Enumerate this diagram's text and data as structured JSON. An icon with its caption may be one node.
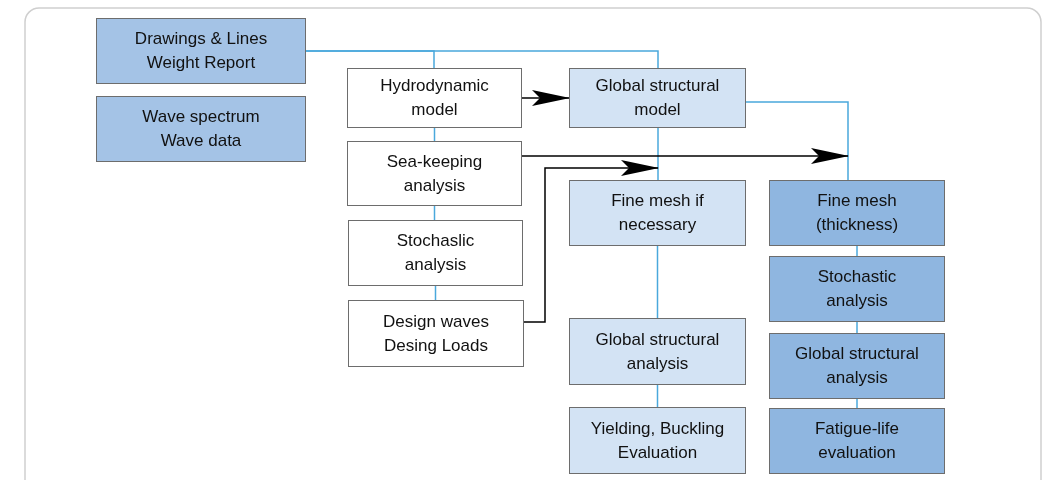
{
  "diagram": {
    "nodes": [
      {
        "text": [
          "Drawings & Lines Weight Report"
        ]
      },
      {
        "text": [
          "Wave spectrum Wave data"
        ]
      },
      {
        "text": [
          "Hydrodynamic model"
        ]
      },
      {
        "text": [
          "Sea-keeping analysis"
        ]
      },
      {
        "text": [
          "Stochaslic analysis"
        ]
      },
      {
        "text": [
          "Design waves Desing Loads"
        ]
      },
      {
        "text": [
          "Global structural model"
        ]
      },
      {
        "text": [
          "Fine mesh if necessary"
        ]
      },
      {
        "text": [
          "Global structural analysis"
        ]
      },
      {
        "text": [
          "Yielding, Buckling Evaluation"
        ]
      },
      {
        "text": [
          "Fine mesh (thickness)"
        ]
      },
      {
        "text": [
          "Stochastic analysis"
        ]
      },
      {
        "text": [
          "Global structural analysis"
        ]
      },
      {
        "text": [
          "Fatigue-life evaluation"
        ]
      }
    ],
    "edges": [
      {
        "from": 0,
        "to": 2,
        "arrow": "none"
      },
      {
        "from": 0,
        "to": 6,
        "arrow": "none"
      },
      {
        "from": 2,
        "to": 3,
        "arrow": "none"
      },
      {
        "from": 3,
        "to": 4,
        "arrow": "none"
      },
      {
        "from": 4,
        "to": 5,
        "arrow": "none"
      },
      {
        "from": 2,
        "to": 6,
        "arrow": "to",
        "color": "#000000"
      },
      {
        "from": 6,
        "to": 7,
        "arrow": "none"
      },
      {
        "from": 6,
        "to": 10,
        "arrow": "none"
      },
      {
        "from": 3,
        "to": 10,
        "arrow": "to",
        "color": "#000000"
      },
      {
        "from": 5,
        "to": 7,
        "arrow": "to",
        "color": "#000000"
      },
      {
        "from": 7,
        "to": 8,
        "arrow": "none"
      },
      {
        "from": 8,
        "to": 9,
        "arrow": "none"
      },
      {
        "from": 10,
        "to": 11,
        "arrow": "none"
      },
      {
        "from": 11,
        "to": 12,
        "arrow": "none"
      },
      {
        "from": 12,
        "to": 13,
        "arrow": "none"
      }
    ]
  }
}
